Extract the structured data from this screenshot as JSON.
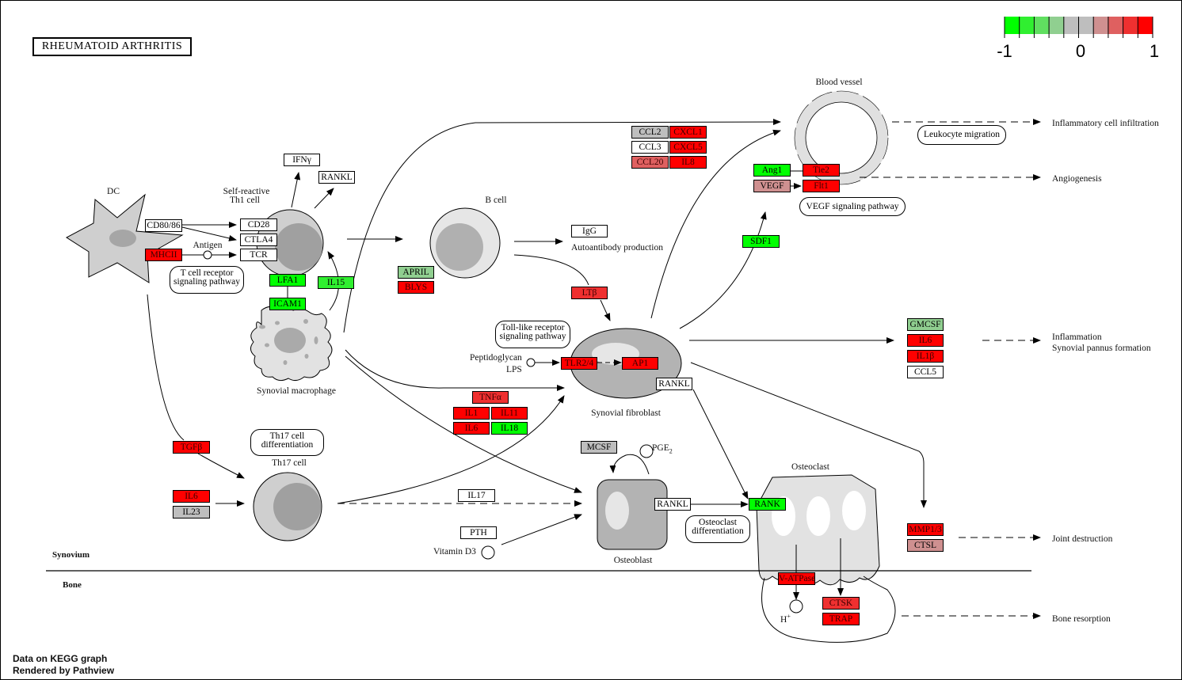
{
  "title": "RHEUMATOID  ARTHRITIS",
  "legend": {
    "ticks": [
      "-1",
      "0",
      "1"
    ],
    "colors": [
      "#00ff00",
      "#30ef30",
      "#60df60",
      "#90cf90",
      "#bebebe",
      "#bebebe",
      "#cf9090",
      "#df6060",
      "#ef3030",
      "#ff0000"
    ]
  },
  "colors": {
    "green_strong": "#00ff00",
    "green_mid": "#30ef30",
    "green_light": "#90cf90",
    "grey": "#bebebe",
    "white": "#ffffff",
    "red_light": "#cf9090",
    "red_mid": "#df6060",
    "red_strong": "#ef3030",
    "red": "#ff0000"
  },
  "genes": [
    {
      "id": "cd80",
      "label": "CD80/86",
      "color": "#ffffff"
    },
    {
      "id": "mhcii",
      "label": "MHCII",
      "color": "#ff0000"
    },
    {
      "id": "cd28",
      "label": "CD28",
      "color": "#ffffff"
    },
    {
      "id": "ctla4",
      "label": "CTLA4",
      "color": "#ffffff"
    },
    {
      "id": "tcr",
      "label": "TCR",
      "color": "#ffffff"
    },
    {
      "id": "ifng",
      "label": "IFNγ",
      "color": "#ffffff"
    },
    {
      "id": "rankl1",
      "label": "RANKL",
      "color": "#ffffff"
    },
    {
      "id": "lfa1",
      "label": "LFA1",
      "color": "#00ff00"
    },
    {
      "id": "icam1",
      "label": "ICAM1",
      "color": "#00ff00"
    },
    {
      "id": "il15",
      "label": "IL15",
      "color": "#30ef30"
    },
    {
      "id": "april",
      "label": "APRIL",
      "color": "#90cf90"
    },
    {
      "id": "blys",
      "label": "BLYS",
      "color": "#ff0000"
    },
    {
      "id": "igg",
      "label": "IgG",
      "color": "#ffffff"
    },
    {
      "id": "ltb",
      "label": "LTβ",
      "color": "#ef3030"
    },
    {
      "id": "ccl2",
      "label": "CCL2",
      "color": "#bebebe"
    },
    {
      "id": "ccl3",
      "label": "CCL3",
      "color": "#ffffff"
    },
    {
      "id": "ccl20",
      "label": "CCL20",
      "color": "#df6060"
    },
    {
      "id": "cxcl1",
      "label": "CXCL1",
      "color": "#ff0000"
    },
    {
      "id": "cxcl5",
      "label": "CXCL5",
      "color": "#ff0000"
    },
    {
      "id": "il8",
      "label": "IL8",
      "color": "#ff0000"
    },
    {
      "id": "ang1",
      "label": "Ang1",
      "color": "#00ff00"
    },
    {
      "id": "vegf",
      "label": "VEGF",
      "color": "#cf9090"
    },
    {
      "id": "tie2",
      "label": "Tie2",
      "color": "#ff0000"
    },
    {
      "id": "flt1",
      "label": "Flt1",
      "color": "#ff0000"
    },
    {
      "id": "sdf1",
      "label": "SDF1",
      "color": "#00ff00"
    },
    {
      "id": "tlr24",
      "label": "TLR2/4",
      "color": "#ff0000"
    },
    {
      "id": "ap1",
      "label": "AP1",
      "color": "#ff0000"
    },
    {
      "id": "rankl2",
      "label": "RANKL",
      "color": "#ffffff"
    },
    {
      "id": "tnfa",
      "label": "TNFα",
      "color": "#ef3030"
    },
    {
      "id": "il1",
      "label": "IL1",
      "color": "#ff0000"
    },
    {
      "id": "il11",
      "label": "IL11",
      "color": "#ff0000"
    },
    {
      "id": "il6a",
      "label": "IL6",
      "color": "#ff0000"
    },
    {
      "id": "il18",
      "label": "IL18",
      "color": "#00ff00"
    },
    {
      "id": "gmcsf",
      "label": "GMCSF",
      "color": "#90cf90"
    },
    {
      "id": "il6b",
      "label": "IL6",
      "color": "#ff0000"
    },
    {
      "id": "il1b",
      "label": "IL1β",
      "color": "#ff0000"
    },
    {
      "id": "ccl5",
      "label": "CCL5",
      "color": "#ffffff"
    },
    {
      "id": "tgfb",
      "label": "TGFβ",
      "color": "#ff0000"
    },
    {
      "id": "il6c",
      "label": "IL6",
      "color": "#ff0000"
    },
    {
      "id": "il23",
      "label": "IL23",
      "color": "#bebebe"
    },
    {
      "id": "il17",
      "label": "IL17",
      "color": "#ffffff"
    },
    {
      "id": "pth",
      "label": "PTH",
      "color": "#ffffff"
    },
    {
      "id": "mcsf",
      "label": "MCSF",
      "color": "#bebebe"
    },
    {
      "id": "rankl3",
      "label": "RANKL",
      "color": "#ffffff"
    },
    {
      "id": "rank",
      "label": "RANK",
      "color": "#00ff00"
    },
    {
      "id": "vatpase",
      "label": "V-ATPase",
      "color": "#ff0000"
    },
    {
      "id": "ctsk",
      "label": "CTSK",
      "color": "#ef3030"
    },
    {
      "id": "trap",
      "label": "TRAP",
      "color": "#ff0000"
    },
    {
      "id": "mmp13",
      "label": "MMP1/3",
      "color": "#ff0000"
    },
    {
      "id": "ctsl",
      "label": "CTSL",
      "color": "#cf9090"
    }
  ],
  "labels": {
    "dc": "DC",
    "th1": "Self-reactive",
    "th1b": "Th1 cell",
    "antigen": "Antigen",
    "bcell": "B cell",
    "autoantibody": "Autoantibody production",
    "macrophage": "Synovial macrophage",
    "blood_vessel": "Blood vessel",
    "peptidoglycan": "Peptidoglycan",
    "lps": "LPS",
    "fibroblast": "Synovial fibroblast",
    "th17": "Th17 cell",
    "pge2": "PGE",
    "pge2_sub": "2",
    "vitd3": "Vitamin D3",
    "osteoblast": "Osteoblast",
    "osteoclast": "Osteoclast",
    "hplus": "H",
    "hplus_sup": "+",
    "synovium": "Synovium",
    "bone": "Bone",
    "out_infiltration": "Inflammatory cell infiltration",
    "out_angiogenesis": "Angiogenesis",
    "out_inflammation": "Inflammation",
    "out_pannus": "Synovial pannus formation",
    "out_joint": "Joint destruction",
    "out_bone": "Bone resorption"
  },
  "pathways": {
    "tcr": [
      "T cell receptor",
      "signaling pathway"
    ],
    "tlr": [
      "Toll-like receptor",
      "signaling pathway"
    ],
    "th17": [
      "Th17 cell",
      "differentiation"
    ],
    "vegf": [
      "VEGF signaling pathway"
    ],
    "leuko": [
      "Leukocyte migration"
    ],
    "osteo": [
      "Osteoclast",
      "differentiation"
    ]
  },
  "footer": {
    "line1": "Data on KEGG graph",
    "line2": "Rendered by Pathview"
  }
}
